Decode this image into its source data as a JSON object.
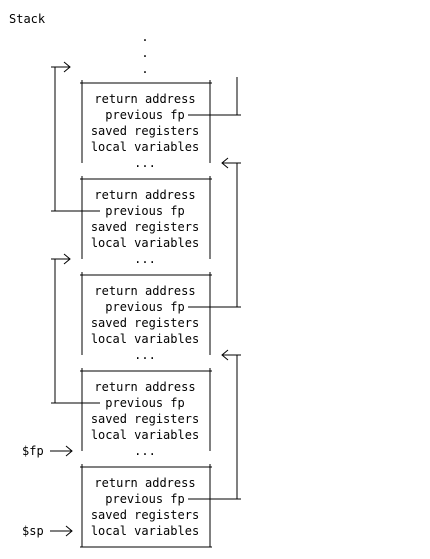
{
  "title": "Stack",
  "continuation_dots": [
    ".",
    ".",
    "."
  ],
  "frames": [
    {
      "rows": [
        "return address",
        "previous fp",
        "saved registers",
        "local variables",
        "..."
      ]
    },
    {
      "rows": [
        "return address",
        "previous fp",
        "saved registers",
        "local variables",
        "..."
      ]
    },
    {
      "rows": [
        "return address",
        "previous fp",
        "saved registers",
        "local variables",
        "..."
      ]
    },
    {
      "rows": [
        "return address",
        "previous fp",
        "saved registers",
        "local variables",
        "..."
      ]
    },
    {
      "rows": [
        "return address",
        "previous fp",
        "saved registers",
        "local variables"
      ]
    }
  ],
  "pointers": {
    "fp": "$fp",
    "sp": "$sp"
  }
}
